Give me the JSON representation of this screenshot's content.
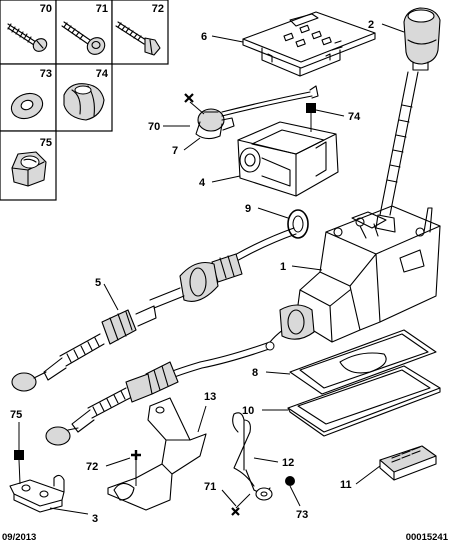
{
  "footer": {
    "date": "09/2013",
    "reference": "00015241"
  },
  "legend_boxes": [
    {
      "number": "70",
      "part": "screw"
    },
    {
      "number": "71",
      "part": "screw"
    },
    {
      "number": "72",
      "part": "screw"
    },
    {
      "number": "73",
      "part": "washer"
    },
    {
      "number": "74",
      "part": "nut"
    },
    {
      "number": "75",
      "part": "nut"
    }
  ],
  "callouts": {
    "c1": "1",
    "c2": "2",
    "c3": "3",
    "c4": "4",
    "c5": "5",
    "c6": "6",
    "c7": "7",
    "c8": "8",
    "c9": "9",
    "c10": "10",
    "c11": "11",
    "c12": "12",
    "c13": "13",
    "c70": "70",
    "c71": "71",
    "c72": "72",
    "c73": "73",
    "c74": "74",
    "c75": "75"
  },
  "markers": {
    "cross": "x-mark",
    "plus": "plus-mark",
    "square": "square-mark",
    "circle": "circle-mark"
  }
}
